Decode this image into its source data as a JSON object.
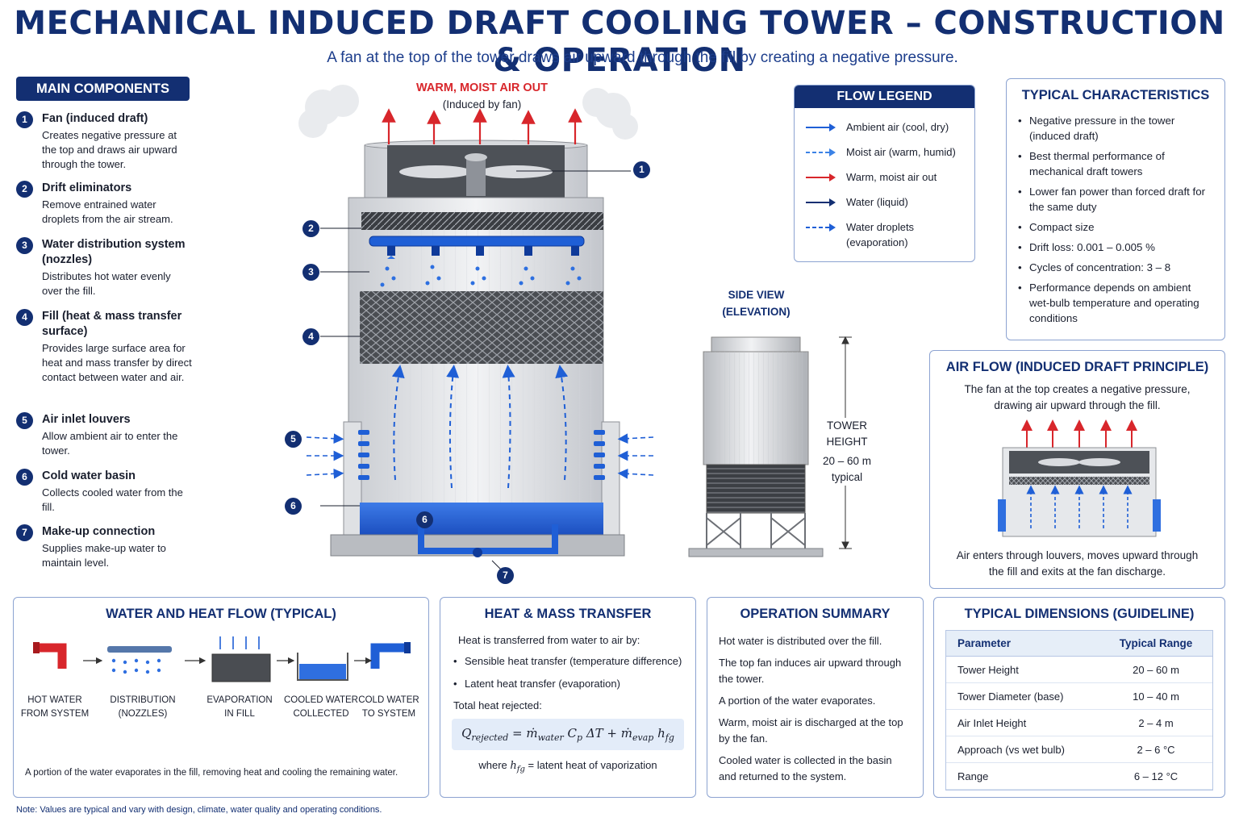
{
  "title": "MECHANICAL INDUCED DRAFT COOLING TOWER – CONSTRUCTION & OPERATION",
  "subtitle": "A fan at the top of the tower draws air upward through the fill by creating a negative pressure.",
  "colors": {
    "navy": "#132f72",
    "water_blue": "#1f5fd6",
    "air_red": "#d8262b",
    "panel_border": "#8ca3d1"
  },
  "components": {
    "heading": "MAIN COMPONENTS",
    "items": [
      {
        "num": "1",
        "title": "Fan (induced draft)",
        "desc": "Creates negative pressure at the top and draws air upward through the tower."
      },
      {
        "num": "2",
        "title": "Drift eliminators",
        "desc": "Remove entrained water droplets from the air stream."
      },
      {
        "num": "3",
        "title": "Water distribution system (nozzles)",
        "desc": "Distributes hot water evenly over the fill."
      },
      {
        "num": "4",
        "title": "Fill (heat & mass transfer surface)",
        "desc": "Provides large surface area for heat and mass transfer by direct contact between water and air."
      },
      {
        "num": "5",
        "title": "Air inlet louvers",
        "desc": "Allow ambient air to enter the tower."
      },
      {
        "num": "6",
        "title": "Cold water basin",
        "desc": "Collects cooled water from the fill."
      },
      {
        "num": "7",
        "title": "Make-up connection",
        "desc": "Supplies make-up water to maintain level."
      }
    ]
  },
  "diagram": {
    "air_out_label": "WARM, MOIST AIR OUT",
    "air_out_sub": "(Induced by fan)",
    "callouts": [
      "1",
      "2",
      "3",
      "4",
      "5",
      "6",
      "7"
    ]
  },
  "side_view": {
    "label_line1": "SIDE VIEW",
    "label_line2": "(ELEVATION)",
    "height_line1": "TOWER",
    "height_line2": "HEIGHT",
    "height_range": "20 – 60 m",
    "height_note": "typical"
  },
  "legend": {
    "heading": "FLOW LEGEND",
    "items": [
      {
        "label": "Ambient air (cool, dry)",
        "color": "#1f5fd6",
        "style": "solid"
      },
      {
        "label": "Moist air (warm, humid)",
        "color": "#3b82e6",
        "style": "dashed"
      },
      {
        "label": "Warm, moist air out",
        "color": "#d8262b",
        "style": "solid"
      },
      {
        "label": "Water (liquid)",
        "color": "#132f72",
        "style": "solid"
      },
      {
        "label": "Water droplets (evaporation)",
        "color": "#1f5fd6",
        "style": "dashed"
      }
    ]
  },
  "characteristics": {
    "heading": "TYPICAL CHARACTERISTICS",
    "items": [
      "Negative pressure in the tower (induced draft)",
      "Best thermal performance of mechanical draft towers",
      "Lower fan power than forced draft for the same duty",
      "Compact size",
      "Drift loss: 0.001 – 0.005 %",
      "Cycles of concentration:  3 – 8",
      "Performance depends on ambient wet-bulb temperature and operating conditions"
    ]
  },
  "airflow": {
    "heading": "AIR FLOW (INDUCED DRAFT PRINCIPLE)",
    "top_text": "The fan at the top creates a negative pressure, drawing air upward through the fill.",
    "bottom_text": "Air enters through louvers, moves upward through the fill and exits at the fan discharge."
  },
  "water_heat_flow": {
    "heading": "WATER AND HEAT FLOW (TYPICAL)",
    "stages": [
      {
        "line1": "HOT WATER",
        "line2": "FROM SYSTEM"
      },
      {
        "line1": "DISTRIBUTION",
        "line2": "(NOZZLES)"
      },
      {
        "line1": "EVAPORATION",
        "line2": "IN FILL"
      },
      {
        "line1": "COOLED WATER",
        "line2": "COLLECTED"
      },
      {
        "line1": "COLD WATER",
        "line2": "TO SYSTEM"
      }
    ],
    "note": "A portion of the water evaporates in the fill, removing heat and cooling the remaining water."
  },
  "heat_mass": {
    "heading": "HEAT & MASS TRANSFER",
    "intro": "Heat is transferred from water to air by:",
    "bullets": [
      "Sensible heat transfer (temperature difference)",
      "Latent heat transfer (evaporation)"
    ],
    "total_label": "Total heat rejected:",
    "where_prefix": "where",
    "where_suffix": "= latent heat of vaporization"
  },
  "operation": {
    "heading": "OPERATION SUMMARY",
    "lines": [
      "Hot water is distributed over the fill.",
      "The top fan induces air upward through the tower.",
      "A portion of the water evaporates.",
      "Warm, moist air is discharged at the top by the fan.",
      "Cooled water is collected in the basin and returned to the system."
    ]
  },
  "dimensions": {
    "heading": "TYPICAL DIMENSIONS (GUIDELINE)",
    "col1": "Parameter",
    "col2": "Typical Range",
    "rows": [
      {
        "param": "Tower Height",
        "range": "20 – 60 m"
      },
      {
        "param": "Tower Diameter (base)",
        "range": "10 – 40 m"
      },
      {
        "param": "Air Inlet Height",
        "range": "2 – 4 m"
      },
      {
        "param": "Approach (vs wet bulb)",
        "range": "2 – 6 °C"
      },
      {
        "param": "Range",
        "range": "6 – 12 °C"
      }
    ]
  },
  "footnote": "Note: Values are typical and vary with design, climate, water quality and operating conditions."
}
